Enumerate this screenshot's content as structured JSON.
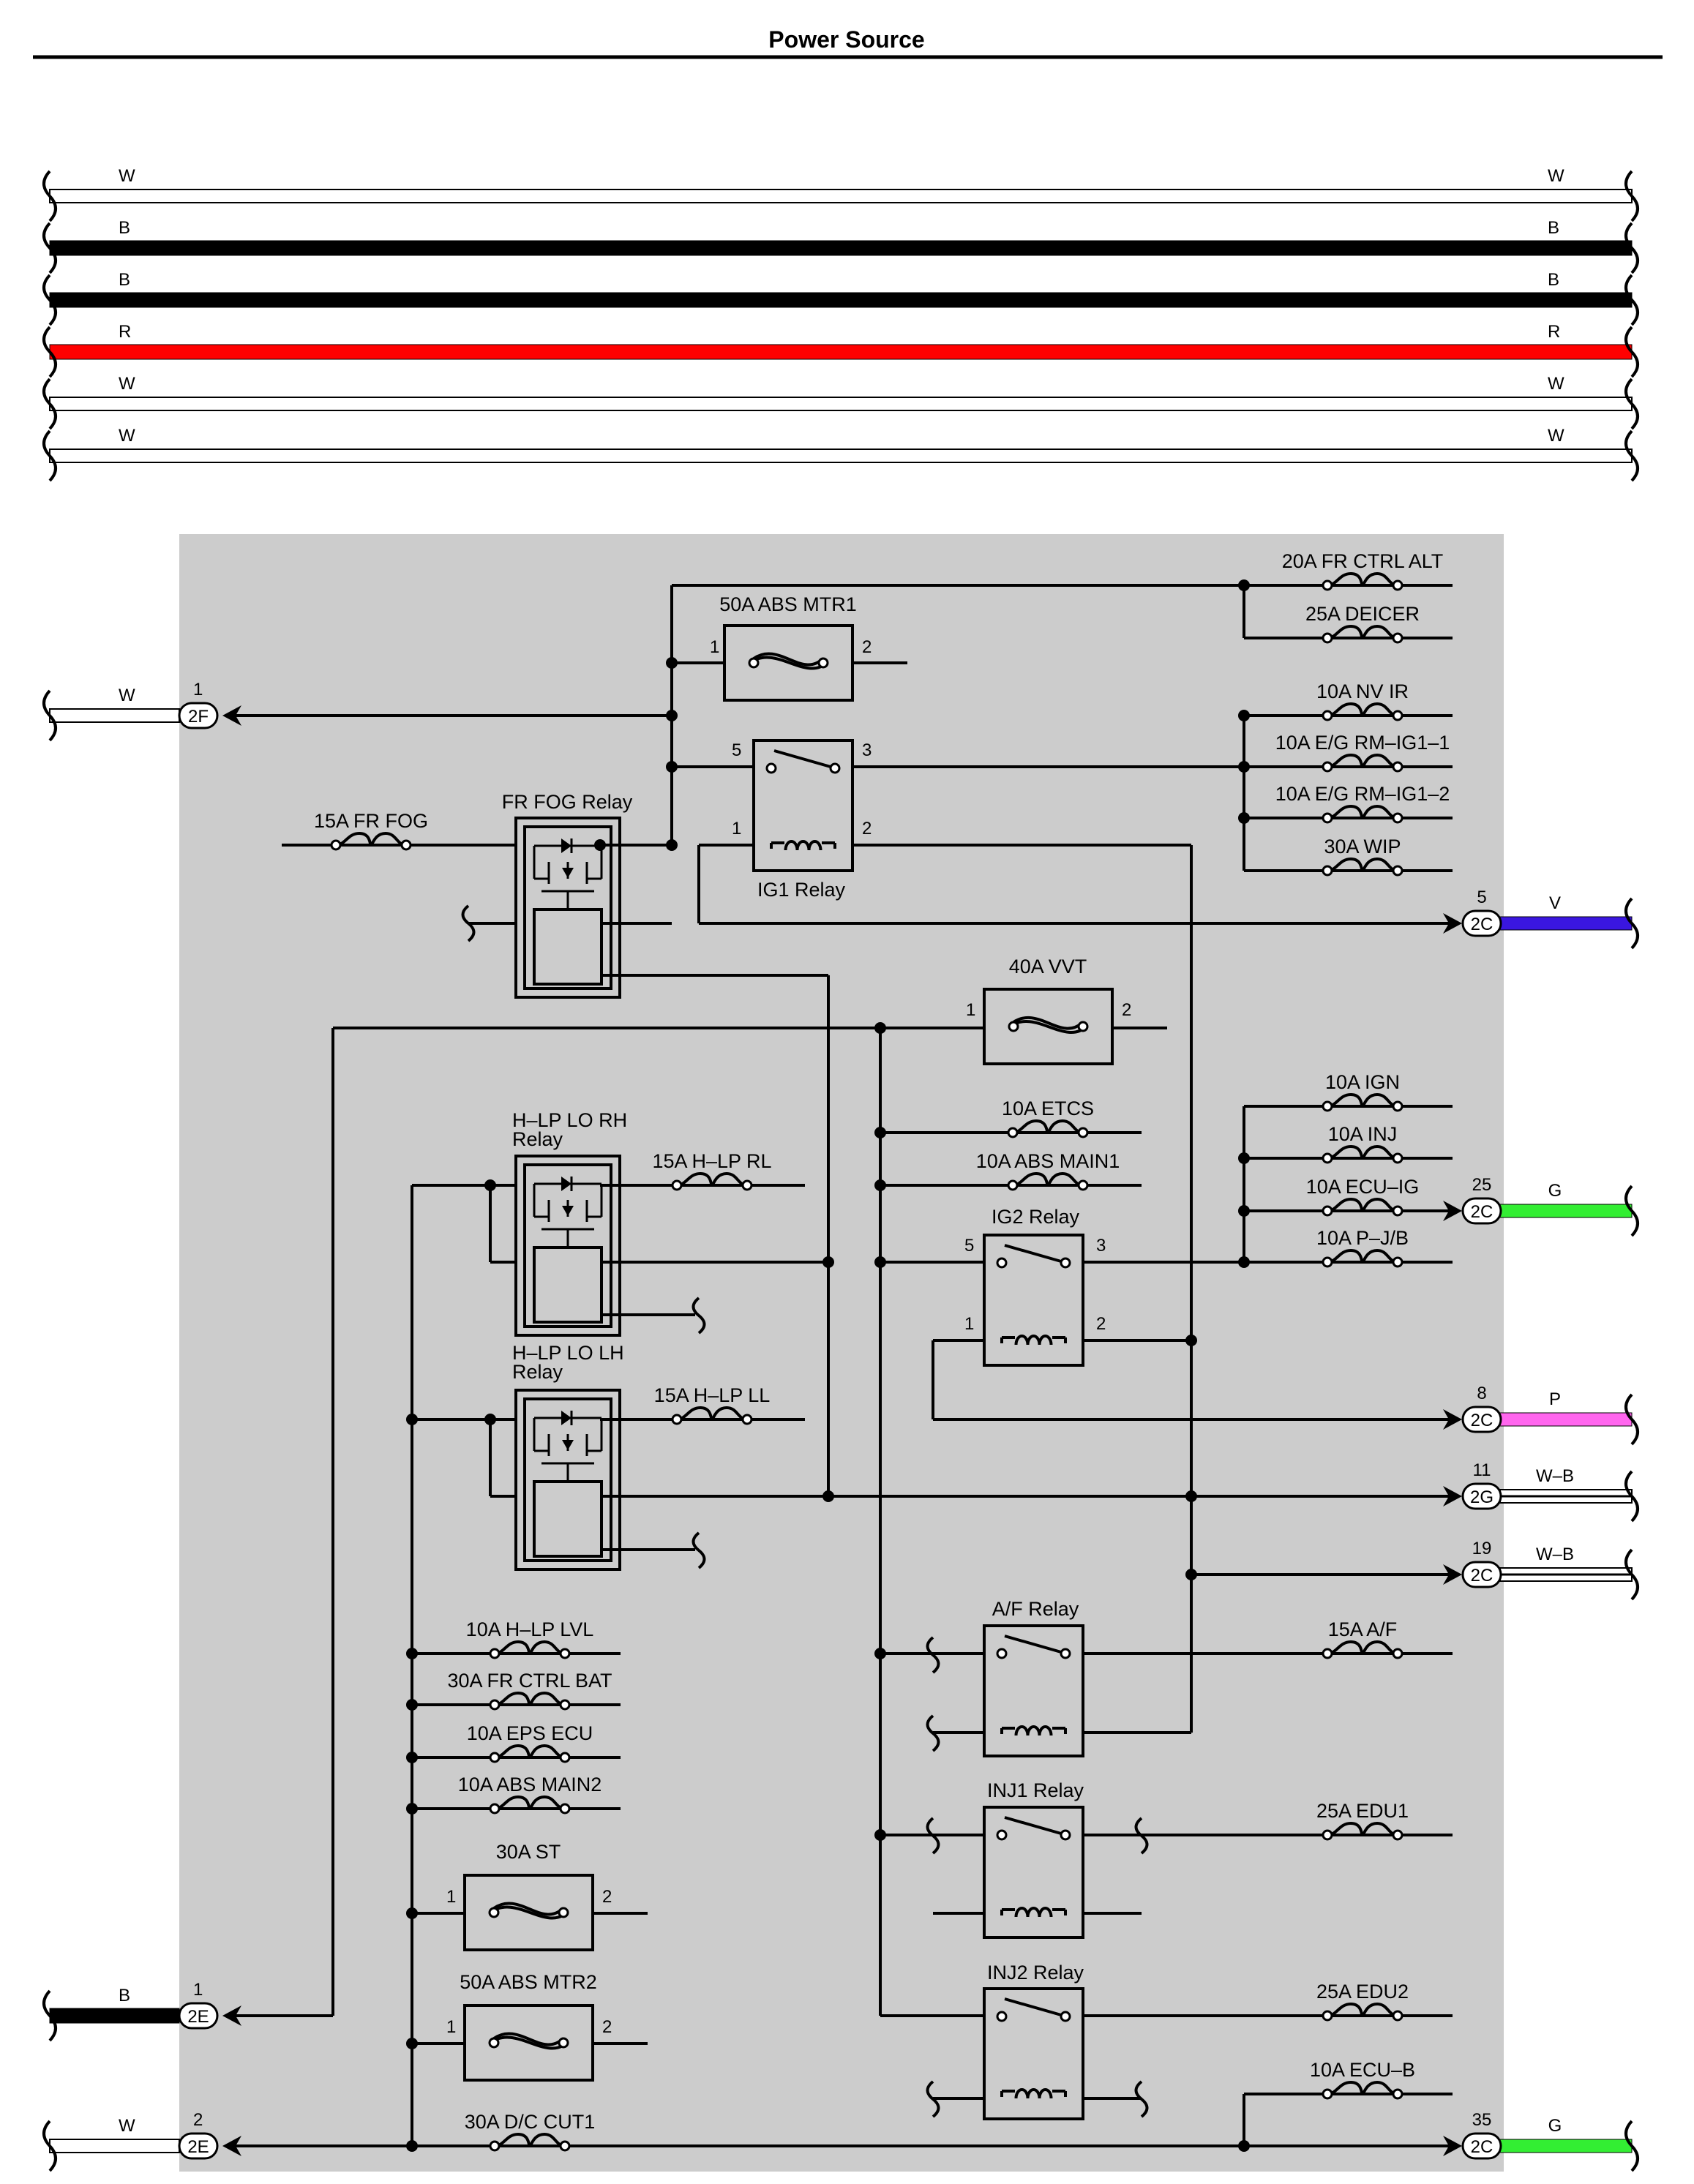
{
  "title": "Power Source",
  "colors": {
    "W": "#ffffff",
    "B": "#000000",
    "R": "#ff0000",
    "V": "#3a16e0",
    "G": "#33ee33",
    "P": "#ff66ee",
    "W-B": "#ffffff",
    "box_fill": "#cccccc"
  },
  "top_bus": [
    {
      "left": "W",
      "right": "W",
      "color": "W"
    },
    {
      "left": "B",
      "right": "B",
      "color": "B"
    },
    {
      "left": "B",
      "right": "B",
      "color": "B"
    },
    {
      "left": "R",
      "right": "R",
      "color": "R"
    },
    {
      "left": "W",
      "right": "W",
      "color": "W"
    },
    {
      "left": "W",
      "right": "W",
      "color": "W"
    }
  ],
  "left_connectors": [
    {
      "id": "c2F1",
      "pin": "1",
      "code": "2F",
      "wire": "W"
    },
    {
      "id": "c2E1",
      "pin": "1",
      "code": "2E",
      "wire": "B"
    },
    {
      "id": "c2E2",
      "pin": "2",
      "code": "2E",
      "wire": "W"
    }
  ],
  "right_connectors": [
    {
      "id": "r5",
      "pin": "5",
      "code": "2C",
      "wire": "V"
    },
    {
      "id": "r25",
      "pin": "25",
      "code": "2C",
      "wire": "G"
    },
    {
      "id": "r8",
      "pin": "8",
      "code": "2C",
      "wire": "P"
    },
    {
      "id": "r11",
      "pin": "11",
      "code": "2G",
      "wire": "W–B"
    },
    {
      "id": "r19",
      "pin": "19",
      "code": "2C",
      "wire": "W–B"
    },
    {
      "id": "r35",
      "pin": "35",
      "code": "2C",
      "wire": "G"
    }
  ],
  "fuses": {
    "fr_ctrl_alt": "20A FR CTRL ALT",
    "deicer": "25A DEICER",
    "nv_ir": "10A NV IR",
    "eg_rm_ig1_1": "10A E/G RM–IG1–1",
    "eg_rm_ig1_2": "10A E/G RM–IG1–2",
    "wip": "30A WIP",
    "fr_fog": "15A FR FOG",
    "etcs": "10A ETCS",
    "abs_main1": "10A ABS MAIN1",
    "ign": "10A IGN",
    "inj": "10A INJ",
    "ecu_ig": "10A ECU–IG",
    "p_jb": "10A P–J/B",
    "hlp_rl": "15A H–LP RL",
    "hlp_ll": "15A H–LP LL",
    "hlp_lvl": "10A H–LP LVL",
    "fr_ctrl_bat": "30A FR CTRL BAT",
    "eps_ecu": "10A EPS ECU",
    "abs_main2": "10A ABS MAIN2",
    "af": "15A A/F",
    "edu1": "25A EDU1",
    "edu2": "25A EDU2",
    "ecu_b": "10A ECU–B",
    "dc_cut1": "30A D/C CUT1"
  },
  "fusible_links": {
    "abs_mtr1": {
      "label": "50A ABS MTR1",
      "pin1": "1",
      "pin2": "2"
    },
    "vvt": {
      "label": "40A VVT",
      "pin1": "1",
      "pin2": "2"
    },
    "st": {
      "label": "30A ST",
      "pin1": "1",
      "pin2": "2"
    },
    "abs_mtr2": {
      "label": "50A ABS MTR2",
      "pin1": "1",
      "pin2": "2"
    }
  },
  "relays": {
    "fr_fog": "FR FOG Relay",
    "ig1": {
      "label": "IG1 Relay",
      "p5": "5",
      "p3": "3",
      "p1": "1",
      "p2": "2"
    },
    "ig2": {
      "label": "IG2 Relay",
      "p5": "5",
      "p3": "3",
      "p1": "1",
      "p2": "2"
    },
    "hlp_lo_rh": [
      "H–LP LO RH",
      "Relay"
    ],
    "hlp_lo_lh": [
      "H–LP LO LH",
      "Relay"
    ],
    "af": "A/F Relay",
    "inj1": "INJ1 Relay",
    "inj2": "INJ2 Relay"
  }
}
